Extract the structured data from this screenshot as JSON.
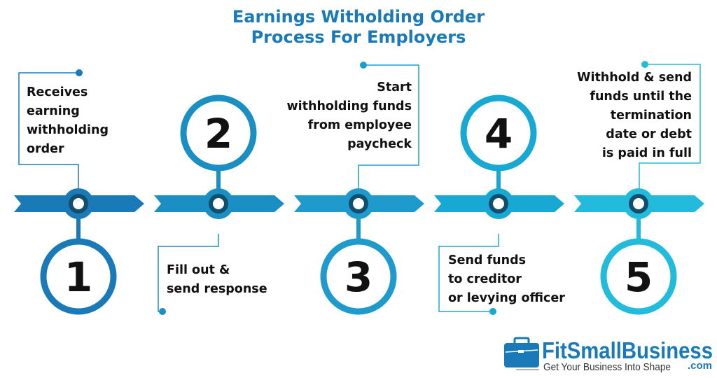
{
  "title_lines": [
    "Earnings Witholding Order",
    "Process For Employers"
  ],
  "steps": [
    {
      "number": "1",
      "color": "#1a7ab8",
      "text_lines": [
        "Receives",
        "earning",
        "withholding",
        "order"
      ]
    },
    {
      "number": "2",
      "color": "#1a8fc4",
      "text_lines": [
        "Fill out &",
        "send response"
      ]
    },
    {
      "number": "3",
      "color": "#1e9bcc",
      "text_lines": [
        "Start",
        "withholding funds",
        "from employee",
        "paycheck"
      ]
    },
    {
      "number": "4",
      "color": "#18a8d4",
      "text_lines": [
        "Send funds",
        "to creditor",
        "or levying officer"
      ]
    },
    {
      "number": "5",
      "color": "#22bbdc",
      "text_lines": [
        "Withhold & send",
        "funds until the",
        "termination",
        "date or debt",
        "is paid in full"
      ]
    }
  ],
  "node_inner_color": "#124e6e",
  "logo": {
    "name": "FitSmallBusiness",
    "tagline": "Get Your Business Into Shape",
    "suffix": ".com",
    "color": "#1a7ab8",
    "icon": "briefcase-icon"
  }
}
